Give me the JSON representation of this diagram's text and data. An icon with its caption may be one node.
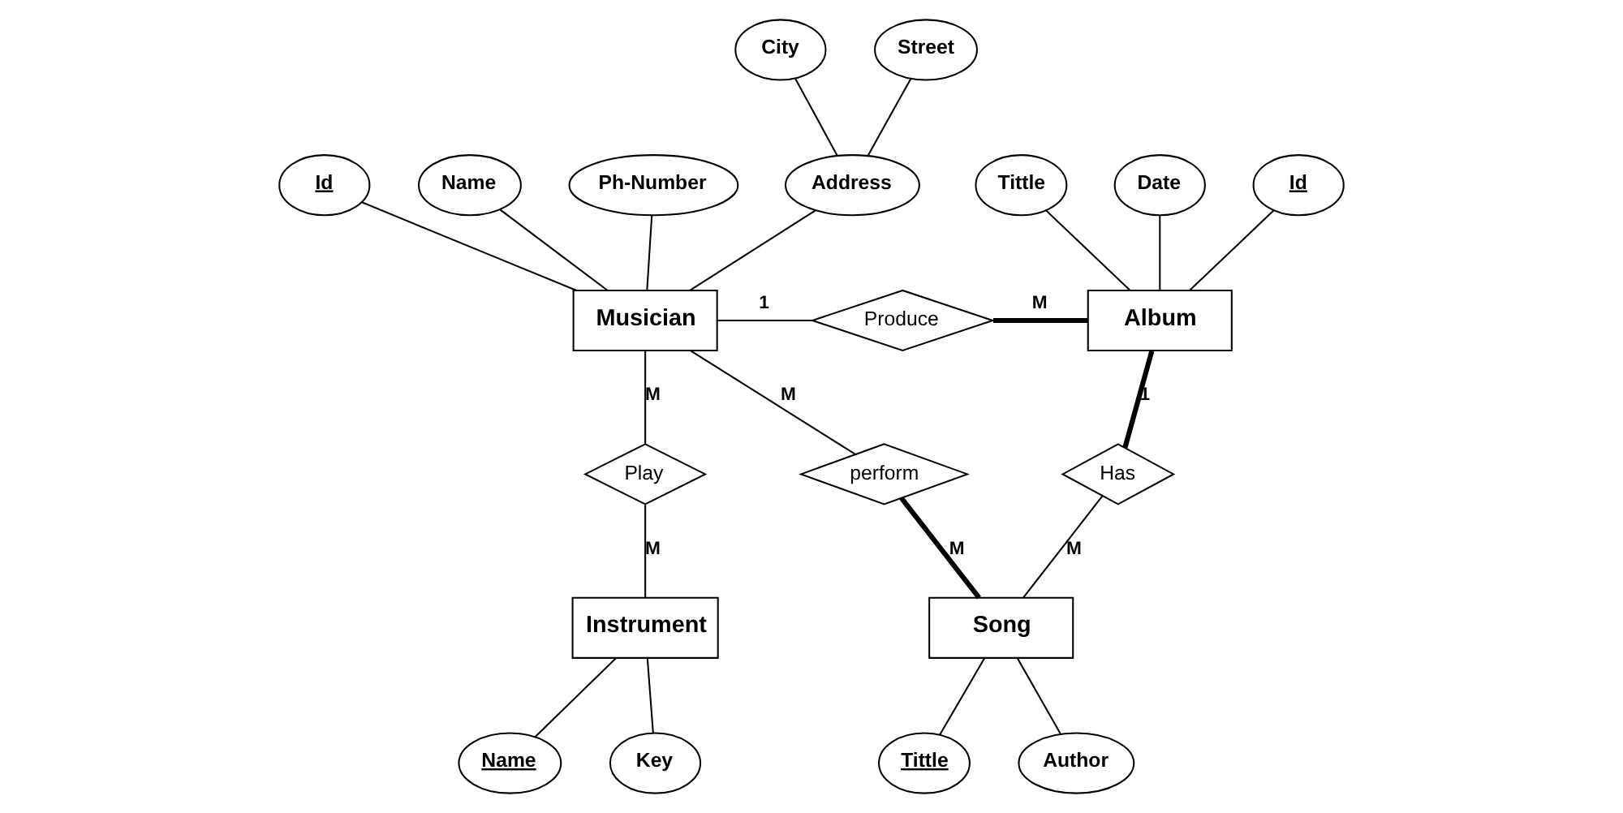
{
  "diagram": {
    "nodes": [
      {
        "text": [
          "Musician"
        ]
      },
      {
        "text": [
          "Id"
        ]
      },
      {
        "text": [
          "Name"
        ]
      },
      {
        "text": [
          "Ph-Number"
        ]
      },
      {
        "text": [
          "Address"
        ]
      },
      {
        "text": [
          "City"
        ]
      },
      {
        "text": [
          "Street"
        ]
      },
      {
        "text": [
          "Album"
        ]
      },
      {
        "text": [
          "Id"
        ]
      },
      {
        "text": [
          "Tittle"
        ]
      },
      {
        "text": [
          "Date"
        ]
      },
      {
        "text": [
          "Produce"
        ]
      },
      {
        "text": [
          "Play"
        ]
      },
      {
        "text": [
          "perform"
        ]
      },
      {
        "text": [
          "Has"
        ]
      },
      {
        "text": [
          "Instrument"
        ]
      },
      {
        "text": [
          "Name"
        ]
      },
      {
        "text": [
          "Key"
        ]
      },
      {
        "text": [
          "Song"
        ]
      },
      {
        "text": [
          "Tittle"
        ]
      },
      {
        "text": [
          "Author"
        ]
      }
    ],
    "edges": [
      {
        "from": 1,
        "to": 0,
        "arrow": "none"
      },
      {
        "from": 2,
        "to": 0,
        "arrow": "none"
      },
      {
        "from": 3,
        "to": 0,
        "arrow": "none"
      },
      {
        "from": 4,
        "to": 0,
        "arrow": "none"
      },
      {
        "from": 5,
        "to": 4,
        "arrow": "none"
      },
      {
        "from": 6,
        "to": 4,
        "arrow": "none"
      },
      {
        "from": 0,
        "to": 11,
        "arrow": "none",
        "label": "1"
      },
      {
        "from": 11,
        "to": 7,
        "arrow": "none",
        "label": "M",
        "style": "thick"
      },
      {
        "from": 8,
        "to": 7,
        "arrow": "none"
      },
      {
        "from": 9,
        "to": 7,
        "arrow": "none"
      },
      {
        "from": 10,
        "to": 7,
        "arrow": "none"
      },
      {
        "from": 0,
        "to": 12,
        "arrow": "none",
        "label": "M"
      },
      {
        "from": 0,
        "to": 13,
        "arrow": "none",
        "label": "M"
      },
      {
        "from": 7,
        "to": 14,
        "arrow": "none",
        "label": "1",
        "style": "thick"
      },
      {
        "from": 12,
        "to": 15,
        "arrow": "none",
        "label": "M"
      },
      {
        "from": 13,
        "to": 18,
        "arrow": "none",
        "label": "M",
        "style": "thick"
      },
      {
        "from": 14,
        "to": 18,
        "arrow": "none",
        "label": "M"
      },
      {
        "from": 15,
        "to": 16,
        "arrow": "none"
      },
      {
        "from": 15,
        "to": 17,
        "arrow": "none"
      },
      {
        "from": 18,
        "to": 19,
        "arrow": "none"
      },
      {
        "from": 18,
        "to": 20,
        "arrow": "none"
      }
    ]
  }
}
